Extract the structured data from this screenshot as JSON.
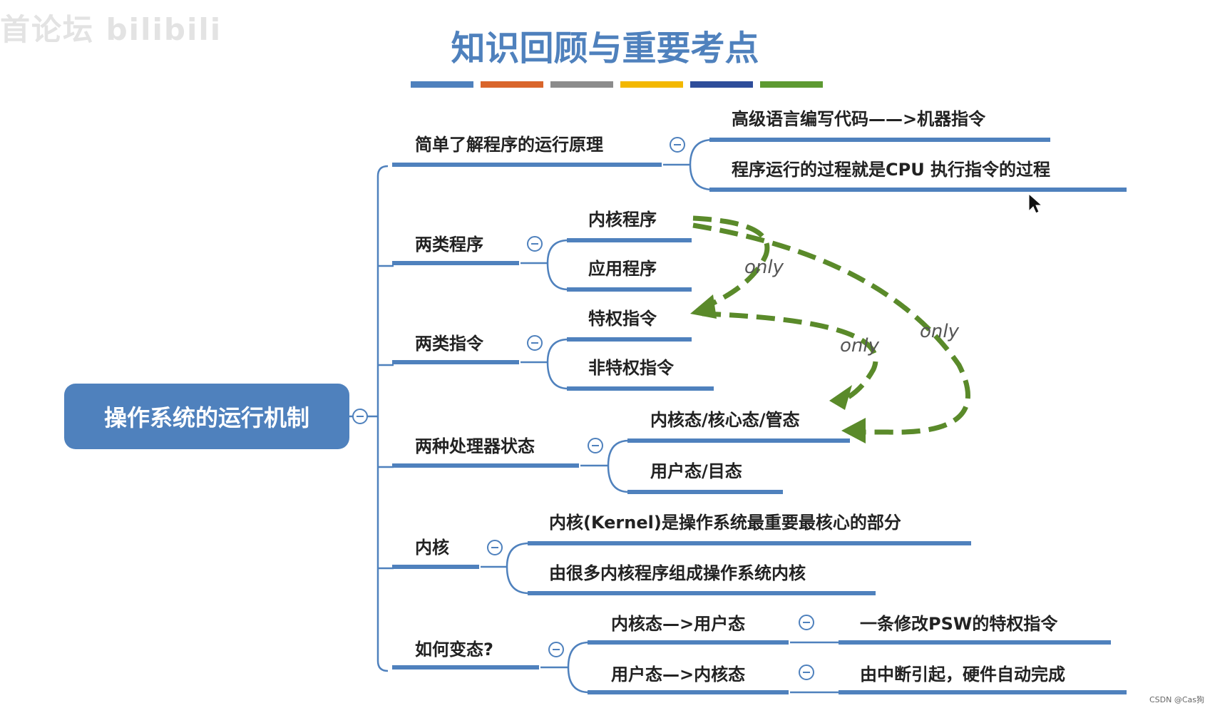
{
  "watermark": "首论坛 bilibili",
  "title": "知识回顾与重要考点",
  "color_bar": [
    "#4f81bd",
    "#d9652b",
    "#8c8c8c",
    "#f3b800",
    "#2e4d9a",
    "#5d9a32"
  ],
  "root": "操作系统的运行机制",
  "branches": {
    "b1": {
      "label": "简单了解程序的运行原理",
      "children": [
        "高级语言编写代码——>机器指令",
        "程序运行的过程就是CPU 执行指令的过程"
      ]
    },
    "b2": {
      "label": "两类程序",
      "children": [
        "内核程序",
        "应用程序"
      ]
    },
    "b3": {
      "label": "两类指令",
      "children": [
        "特权指令",
        "非特权指令"
      ]
    },
    "b4": {
      "label": "两种处理器状态",
      "children": [
        "内核态/核心态/管态",
        "用户态/目态"
      ]
    },
    "b5": {
      "label": "内核",
      "children": [
        "内核(Kernel)是操作系统最重要最核心的部分",
        "由很多内核程序组成操作系统内核"
      ]
    },
    "b6": {
      "label": "如何变态?",
      "children": [
        {
          "label": "内核态—>用户态",
          "detail": "一条修改PSW的特权指令"
        },
        {
          "label": "用户态—>内核态",
          "detail": "由中断引起，硬件自动完成"
        }
      ]
    }
  },
  "annotations": {
    "only_1": "only",
    "only_2": "only",
    "only_3": "only"
  },
  "arrow_color": "#5a8a2a",
  "accent": "#4f81bd",
  "credit": "CSDN @Cas狗"
}
